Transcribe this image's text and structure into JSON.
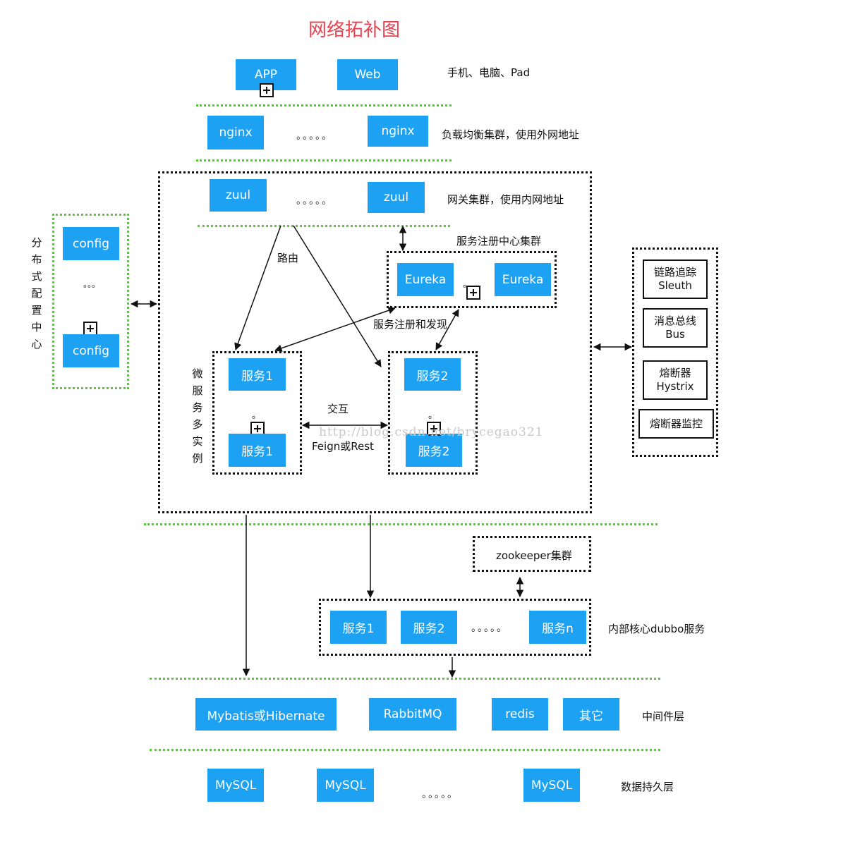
{
  "title": "网络拓补图",
  "client": {
    "app": "APP",
    "web": "Web",
    "desc": "手机、电脑、Pad"
  },
  "nginx": {
    "left": "nginx",
    "right": "nginx",
    "ellipsis": "。。。。。",
    "desc": "负载均衡集群，使用外网地址"
  },
  "zuul": {
    "left": "zuul",
    "right": "zuul",
    "ellipsis": "。。。。。",
    "desc": "网关集群，使用内网地址"
  },
  "config": {
    "top": "config",
    "bottom": "config",
    "vdots": "。。。",
    "label": "分布式配置中心"
  },
  "eureka": {
    "label": "服务注册中心集群",
    "left": "Eureka",
    "right": "Eureka",
    "dot": "。"
  },
  "labels": {
    "route": "路由",
    "register": "服务注册和发现",
    "micro": "微服务多实例",
    "interact": "交互",
    "feign": "Feign或Rest"
  },
  "services": {
    "s1a": "服务1",
    "s1b": "服务1",
    "s2a": "服务2",
    "s2b": "服务2",
    "dot": "。"
  },
  "ops": {
    "sleuth_1": "链路追踪",
    "sleuth_2": "Sleuth",
    "bus_1": "消息总线",
    "bus_2": "Bus",
    "hystrix_1": "熔断器",
    "hystrix_2": "Hystrix",
    "monitor": "熔断器监控"
  },
  "zookeeper": "zookeeper集群",
  "dubbo": {
    "s1": "服务1",
    "s2": "服务2",
    "sn": "服务n",
    "ellipsis": "。。。。。",
    "desc": "内部核心dubbo服务"
  },
  "middleware": {
    "orm": "Mybatis或Hibernate",
    "mq": "RabbitMQ",
    "redis": "redis",
    "other": "其它",
    "desc": "中间件层"
  },
  "db": {
    "m1": "MySQL",
    "m2": "MySQL",
    "m3": "MySQL",
    "ellipsis": "。。。。。",
    "desc": "数据持久层"
  },
  "watermark": "http://blog.csdn.net/bryceg​ao321",
  "colors": {
    "box": "#1da1f2",
    "greenDots": "#5ac83c",
    "title": "#e8414f"
  }
}
